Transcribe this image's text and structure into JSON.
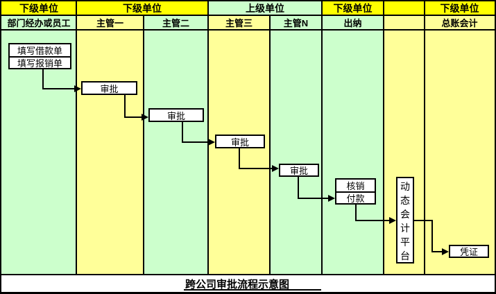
{
  "title": "跨公司审批流程示意图",
  "colors": {
    "group_header_yellow": "#FFFF00",
    "lane_pale_yellow": "#FFFF99",
    "lane_pale_green": "#CCFFCC",
    "box_background": "#FFFFFF",
    "line_color": "#000000"
  },
  "group_headers": [
    {
      "label": "下级单位"
    },
    {
      "label": "下级单位"
    },
    {
      "label": "上级单位"
    },
    {
      "label": "下级单位"
    },
    {
      "label": ""
    },
    {
      "label": "下级单位"
    }
  ],
  "lanes": [
    {
      "label": "部门经办或员工"
    },
    {
      "label": "主管一"
    },
    {
      "label": "主管二"
    },
    {
      "label": "主管三"
    },
    {
      "label": "主管N"
    },
    {
      "label": "出纳"
    },
    {
      "label": ""
    },
    {
      "label": "总账会计"
    }
  ],
  "boxes": {
    "fill_loan_form": "填写借款单",
    "fill_expense_form": "填写报销单",
    "approve_1": "审批",
    "approve_2": "审批",
    "approve_3": "审批",
    "approve_4": "审批",
    "writeoff": "核销",
    "payment": "付款",
    "platform": "动态会计平台",
    "voucher": "凭证"
  }
}
